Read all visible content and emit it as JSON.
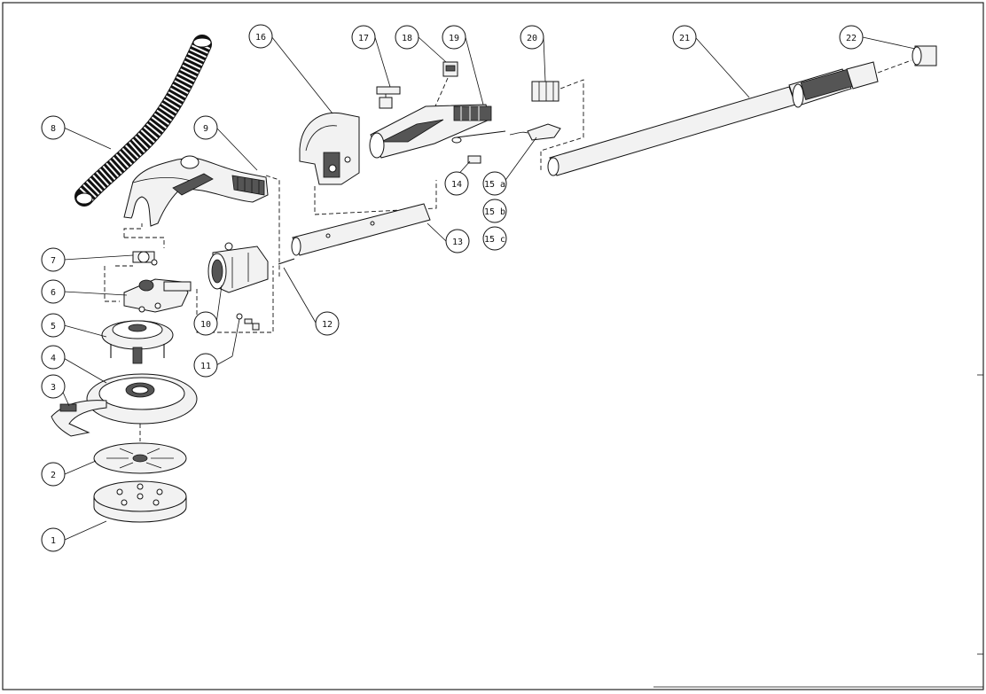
{
  "diagram": {
    "callouts": [
      {
        "id": "c1",
        "text": "1"
      },
      {
        "id": "c2",
        "text": "2"
      },
      {
        "id": "c3",
        "text": "3"
      },
      {
        "id": "c4",
        "text": "4"
      },
      {
        "id": "c5",
        "text": "5"
      },
      {
        "id": "c6",
        "text": "6"
      },
      {
        "id": "c7",
        "text": "7"
      },
      {
        "id": "c8",
        "text": "8"
      },
      {
        "id": "c9",
        "text": "9"
      },
      {
        "id": "c10",
        "text": "10"
      },
      {
        "id": "c11",
        "text": "11"
      },
      {
        "id": "c12",
        "text": "12"
      },
      {
        "id": "c13",
        "text": "13"
      },
      {
        "id": "c14",
        "text": "14"
      },
      {
        "id": "c15a",
        "text": "15 a"
      },
      {
        "id": "c15b",
        "text": "15 b"
      },
      {
        "id": "c15c",
        "text": "15 c"
      },
      {
        "id": "c16",
        "text": "16"
      },
      {
        "id": "c17",
        "text": "17"
      },
      {
        "id": "c18",
        "text": "18"
      },
      {
        "id": "c19",
        "text": "19"
      },
      {
        "id": "c20",
        "text": "20"
      },
      {
        "id": "c21",
        "text": "21"
      },
      {
        "id": "c22",
        "text": "22"
      }
    ]
  }
}
